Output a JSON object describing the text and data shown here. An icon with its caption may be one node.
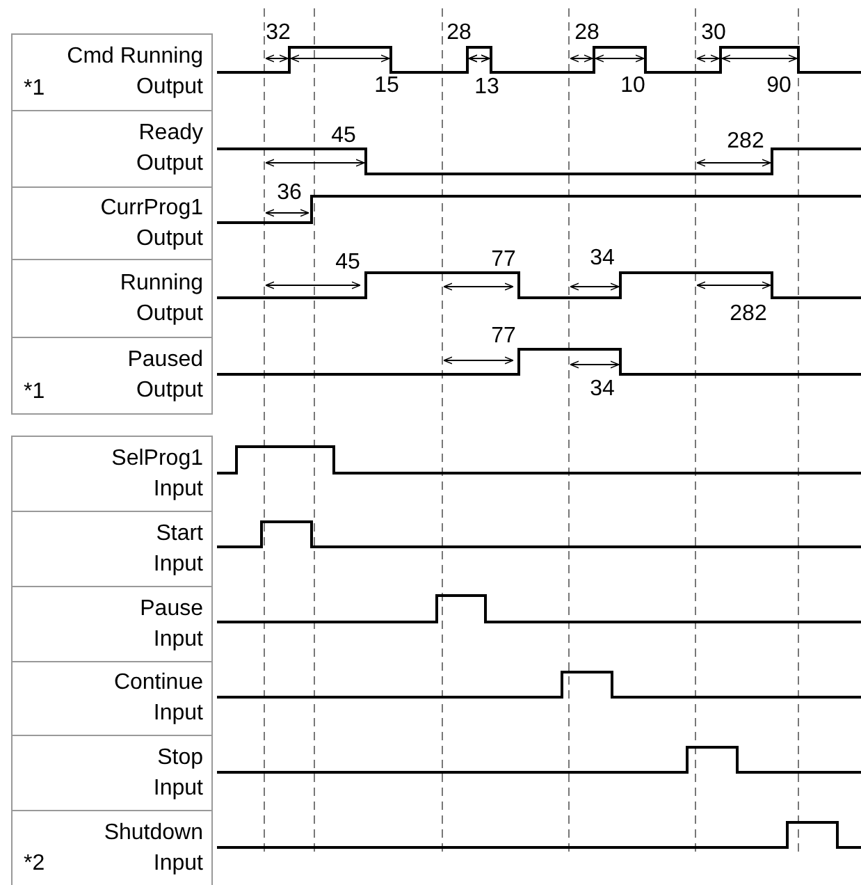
{
  "diagram": {
    "nodes": [
      {
        "text": [
          "*1",
          "Cmd Running Output"
        ]
      },
      {
        "text": [
          "Ready Output"
        ]
      },
      {
        "text": [
          "CurrProg1 Output"
        ]
      },
      {
        "text": [
          "Running Output"
        ]
      },
      {
        "text": [
          "*1",
          "Paused Output"
        ]
      },
      {
        "text": [
          "SelProg1 Input"
        ]
      },
      {
        "text": [
          "Start Input"
        ]
      },
      {
        "text": [
          "Pause Input"
        ]
      },
      {
        "text": [
          "Continue Input"
        ]
      },
      {
        "text": [
          "Stop Input"
        ]
      },
      {
        "text": [
          "*2",
          "Shutdown Input"
        ]
      }
    ],
    "edges": [],
    "labels": [
      "32",
      "28",
      "28",
      "30",
      "15",
      "13",
      "10",
      "90",
      "45",
      "282",
      "36",
      "45",
      "77",
      "34",
      "282",
      "77",
      "34"
    ]
  }
}
